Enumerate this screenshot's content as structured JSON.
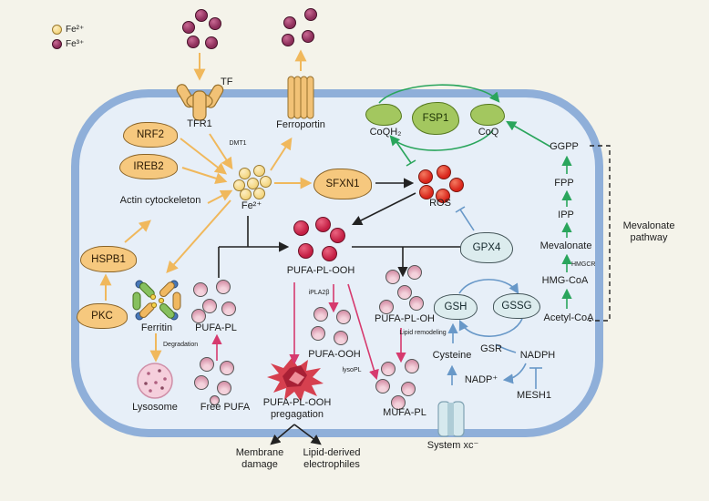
{
  "legend": {
    "fe2_label": "Fe²⁺",
    "fe3_label": "Fe³⁺"
  },
  "nodes": {
    "tf": "TF",
    "tfr1": "TFR1",
    "ferroportin": "Ferroportin",
    "dmt1": "DMT1",
    "nrf2": "NRF2",
    "ireb2": "IREB2",
    "actin": "Actin cytockeleton",
    "hspb1": "HSPB1",
    "pkc": "PKC",
    "ferritin": "Ferritin",
    "degradation": "Degradation",
    "lysosome": "Lysosome",
    "fe2": "Fe²⁺",
    "sfxn1": "SFXN1",
    "ros": "ROS",
    "coqh2": "CoQH₂",
    "fsp1": "FSP1",
    "coq": "CoQ",
    "ggpp": "GGPP",
    "fpp": "FPP",
    "ipp": "IPP",
    "mevalonate": "Mevalonate",
    "hmgcr": "HMGCR",
    "hmg_coa": "HMG-CoA",
    "acetyl_coa": "Acetyl-CoA",
    "mevalonate_pathway": "Mevalonate pathway",
    "gpx4": "GPX4",
    "gsh": "GSH",
    "gssg": "GSSG",
    "gsr": "GSR",
    "cysteine": "Cysteine",
    "nadph": "NADPH",
    "nadp": "NADP⁺",
    "mesh1": "MESH1",
    "pufa_pl": "PUFA-PL",
    "free_pufa": "Free PUFA",
    "pufa_pl_ooh": "PUFA-PL-OOH",
    "ipla2b": "iPLA2β",
    "pufa_ooh": "PUFA-OOH",
    "pufa_pl_oh": "PUFA-PL-OH",
    "lipid_remodeling": "Lipid remodeling",
    "lysopl": "lysoPL",
    "mufa_pl": "MUFA-PL",
    "propagation": "PUFA-PL-OOH pregagation",
    "membrane_damage": "Membrane damage",
    "lipid_electrophiles": "Lipid-derived electrophiles",
    "system_xc": "System xc⁻"
  },
  "colors": {
    "background": "#f4f3ea",
    "cell_fill": "#e7eff8",
    "membrane": "#8fafd9",
    "orange_arrow": "#f0b85c",
    "green_arrow": "#2aa55c",
    "blue_arrow": "#6898c8",
    "pink_arrow": "#d63a6e",
    "black_arrow": "#222222"
  }
}
